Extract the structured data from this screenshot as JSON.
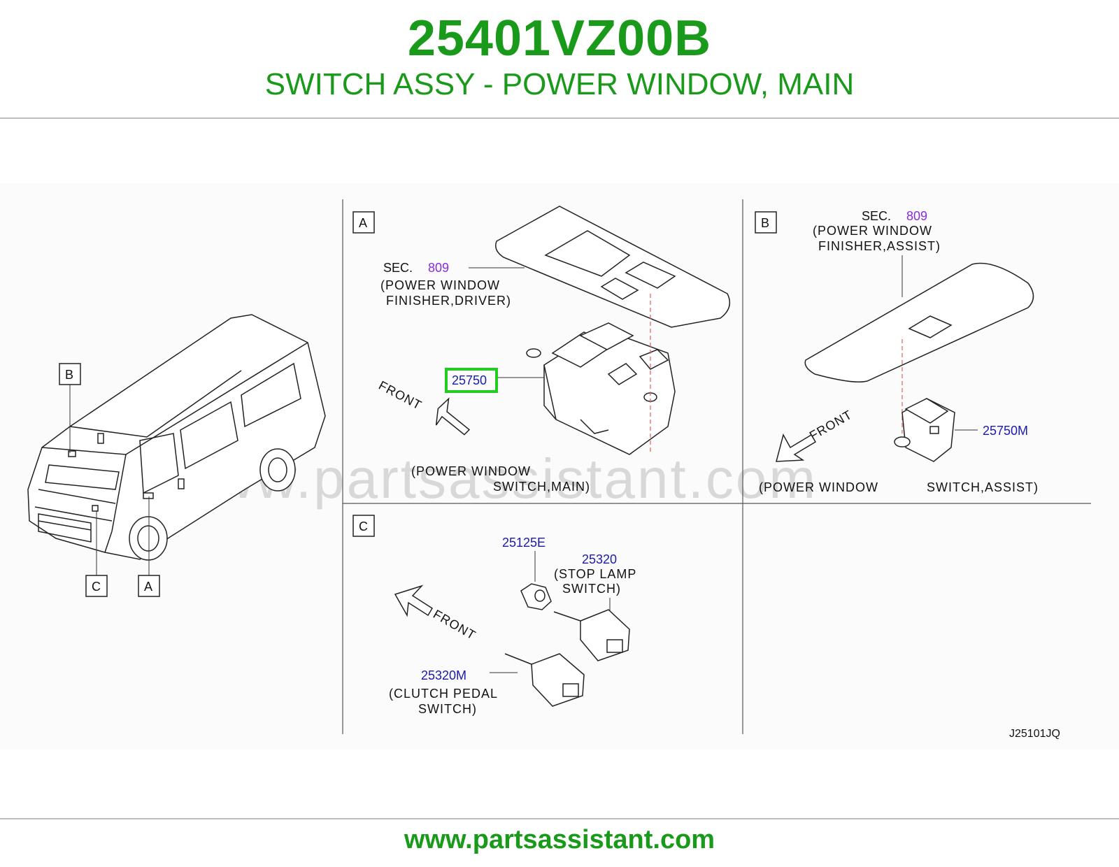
{
  "header": {
    "part_number": "25401VZ00B",
    "description": "SWITCH ASSY - POWER WINDOW, MAIN"
  },
  "footer": {
    "url": "www.partsassistant.com"
  },
  "watermark": "www.partsassistant.com",
  "colors": {
    "brand_green": "#1a9a1a",
    "part_blue": "#1a1ab0",
    "section_purple": "#8a2be2",
    "highlight_green": "#22cc22"
  },
  "diagram": {
    "code": "J25101JQ",
    "vehicle": {
      "callouts": [
        "B",
        "C",
        "A"
      ]
    },
    "panel_a": {
      "tag": "A",
      "sec_label": "SEC.",
      "sec_number": "809",
      "finisher_line1": "(POWER  WINDOW",
      "finisher_line2": "FINISHER,DRIVER)",
      "part_number": "25750",
      "front": "FRONT",
      "switch_line1": "(POWER  WINDOW",
      "switch_line2": "SWITCH,MAIN)"
    },
    "panel_b": {
      "tag": "B",
      "sec_label": "SEC.",
      "sec_number": "809",
      "finisher_line1": "(POWER  WINDOW",
      "finisher_line2": "FINISHER,ASSIST)",
      "part_number": "25750M",
      "front": "FRONT",
      "switch_line1": "(POWER  WINDOW",
      "switch_line2": "SWITCH,ASSIST)"
    },
    "panel_c": {
      "tag": "C",
      "nut_number": "25125E",
      "stop_number": "25320",
      "stop_line1": "(STOP  LAMP",
      "stop_line2": "SWITCH)",
      "clutch_number": "25320M",
      "clutch_line1": "(CLUTCH  PEDAL",
      "clutch_line2": "SWITCH)",
      "front": "FRONT"
    }
  }
}
